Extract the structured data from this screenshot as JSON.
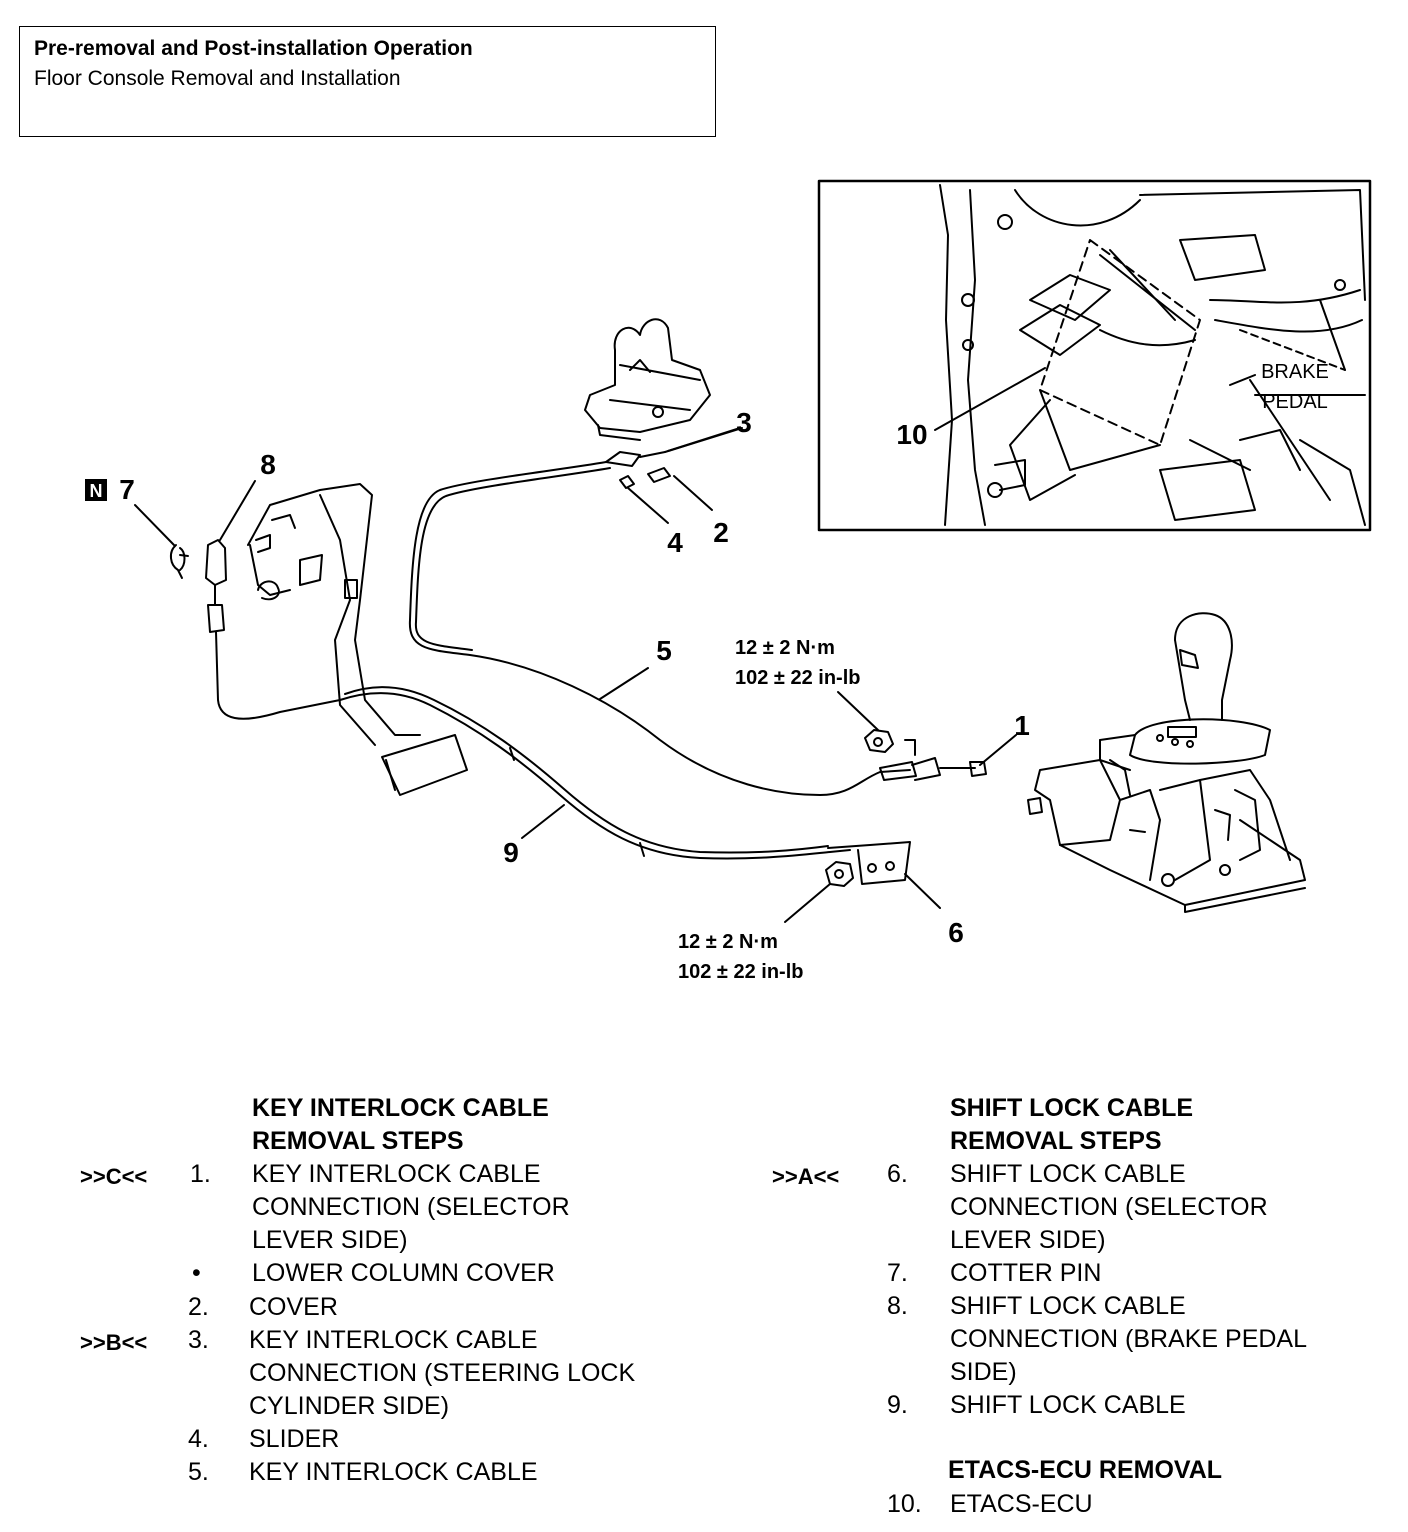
{
  "header": {
    "title": "Pre-removal and Post-installation Operation",
    "subtitle": "Floor Console Removal and Installation"
  },
  "callouts": {
    "c1": "1",
    "c2": "2",
    "c3": "3",
    "c4": "4",
    "c5": "5",
    "c6": "6",
    "c7": "7",
    "c8": "8",
    "c9": "9",
    "c10": "10",
    "badge_n": "N"
  },
  "inset_label": {
    "line1": "BRAKE",
    "line2": "PEDAL"
  },
  "torque": {
    "upper_line1": "12 ± 2 N·m",
    "upper_line2": "102 ± 22 in-lb",
    "lower_line1": "12 ± 2 N·m",
    "lower_line2": "102 ± 22 in-lb"
  },
  "key_interlock": {
    "heading_line1": "KEY INTERLOCK CABLE",
    "heading_line2": "REMOVAL STEPS",
    "steps": [
      {
        "ref": ">>C<<",
        "num": "1.",
        "lines": [
          "KEY INTERLOCK CABLE",
          "CONNECTION (SELECTOR",
          "LEVER SIDE)"
        ]
      },
      {
        "ref": "",
        "num": "•",
        "lines": [
          "LOWER COLUMN COVER"
        ]
      },
      {
        "ref": "",
        "num": "2.",
        "lines": [
          "COVER"
        ]
      },
      {
        "ref": ">>B<<",
        "num": "3.",
        "lines": [
          "KEY INTERLOCK CABLE",
          "CONNECTION (STEERING LOCK",
          "CYLINDER SIDE)"
        ]
      },
      {
        "ref": "",
        "num": "4.",
        "lines": [
          "SLIDER"
        ]
      },
      {
        "ref": "",
        "num": "5.",
        "lines": [
          "KEY INTERLOCK CABLE"
        ]
      }
    ]
  },
  "shift_lock": {
    "heading_line1": "SHIFT LOCK CABLE",
    "heading_line2": "REMOVAL STEPS",
    "steps": [
      {
        "ref": ">>A<<",
        "num": "6.",
        "lines": [
          "SHIFT LOCK CABLE",
          "CONNECTION (SELECTOR",
          "LEVER SIDE)"
        ]
      },
      {
        "ref": "",
        "num": "7.",
        "lines": [
          "COTTER PIN"
        ]
      },
      {
        "ref": "",
        "num": "8.",
        "lines": [
          "SHIFT LOCK CABLE",
          "CONNECTION (BRAKE PEDAL",
          "SIDE)"
        ]
      },
      {
        "ref": "",
        "num": "9.",
        "lines": [
          "SHIFT LOCK CABLE"
        ]
      }
    ]
  },
  "etacs": {
    "heading": "ETACS-ECU REMOVAL",
    "steps": [
      {
        "num": "10.",
        "lines": [
          "ETACS-ECU"
        ]
      }
    ]
  }
}
